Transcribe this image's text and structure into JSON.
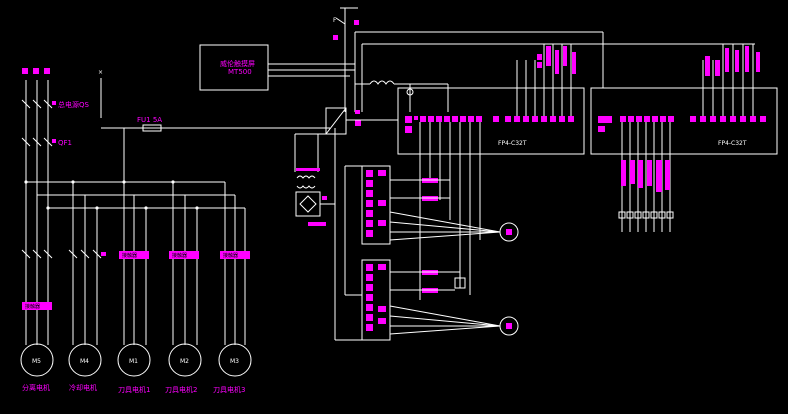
{
  "colors": {
    "background": "#000000",
    "wire": "#ffffff",
    "label": "#ff00ff"
  },
  "labels": {
    "vfd": "FU1 5A",
    "cnc_box_line1": "威伦触摸屏",
    "cnc_box_line2": "MT500",
    "plc1": "FP4-C32T",
    "plc2": "FP4-C32T",
    "qf_main": "总电源QS",
    "qf1": "QF1",
    "m_codes": [
      "M5",
      "M4",
      "M1",
      "M2",
      "M3"
    ],
    "m_names": [
      "分离电机",
      "冷却电机",
      "刀具电机1",
      "刀具电机2",
      "刀具电机3"
    ],
    "contactors": [
      "接触器",
      "接触器",
      "接触器",
      "接触器"
    ]
  },
  "icons": [
    "motor-symbol",
    "transformer-symbol",
    "rectifier-symbol",
    "switch-symbol",
    "servo-motor-symbol"
  ]
}
